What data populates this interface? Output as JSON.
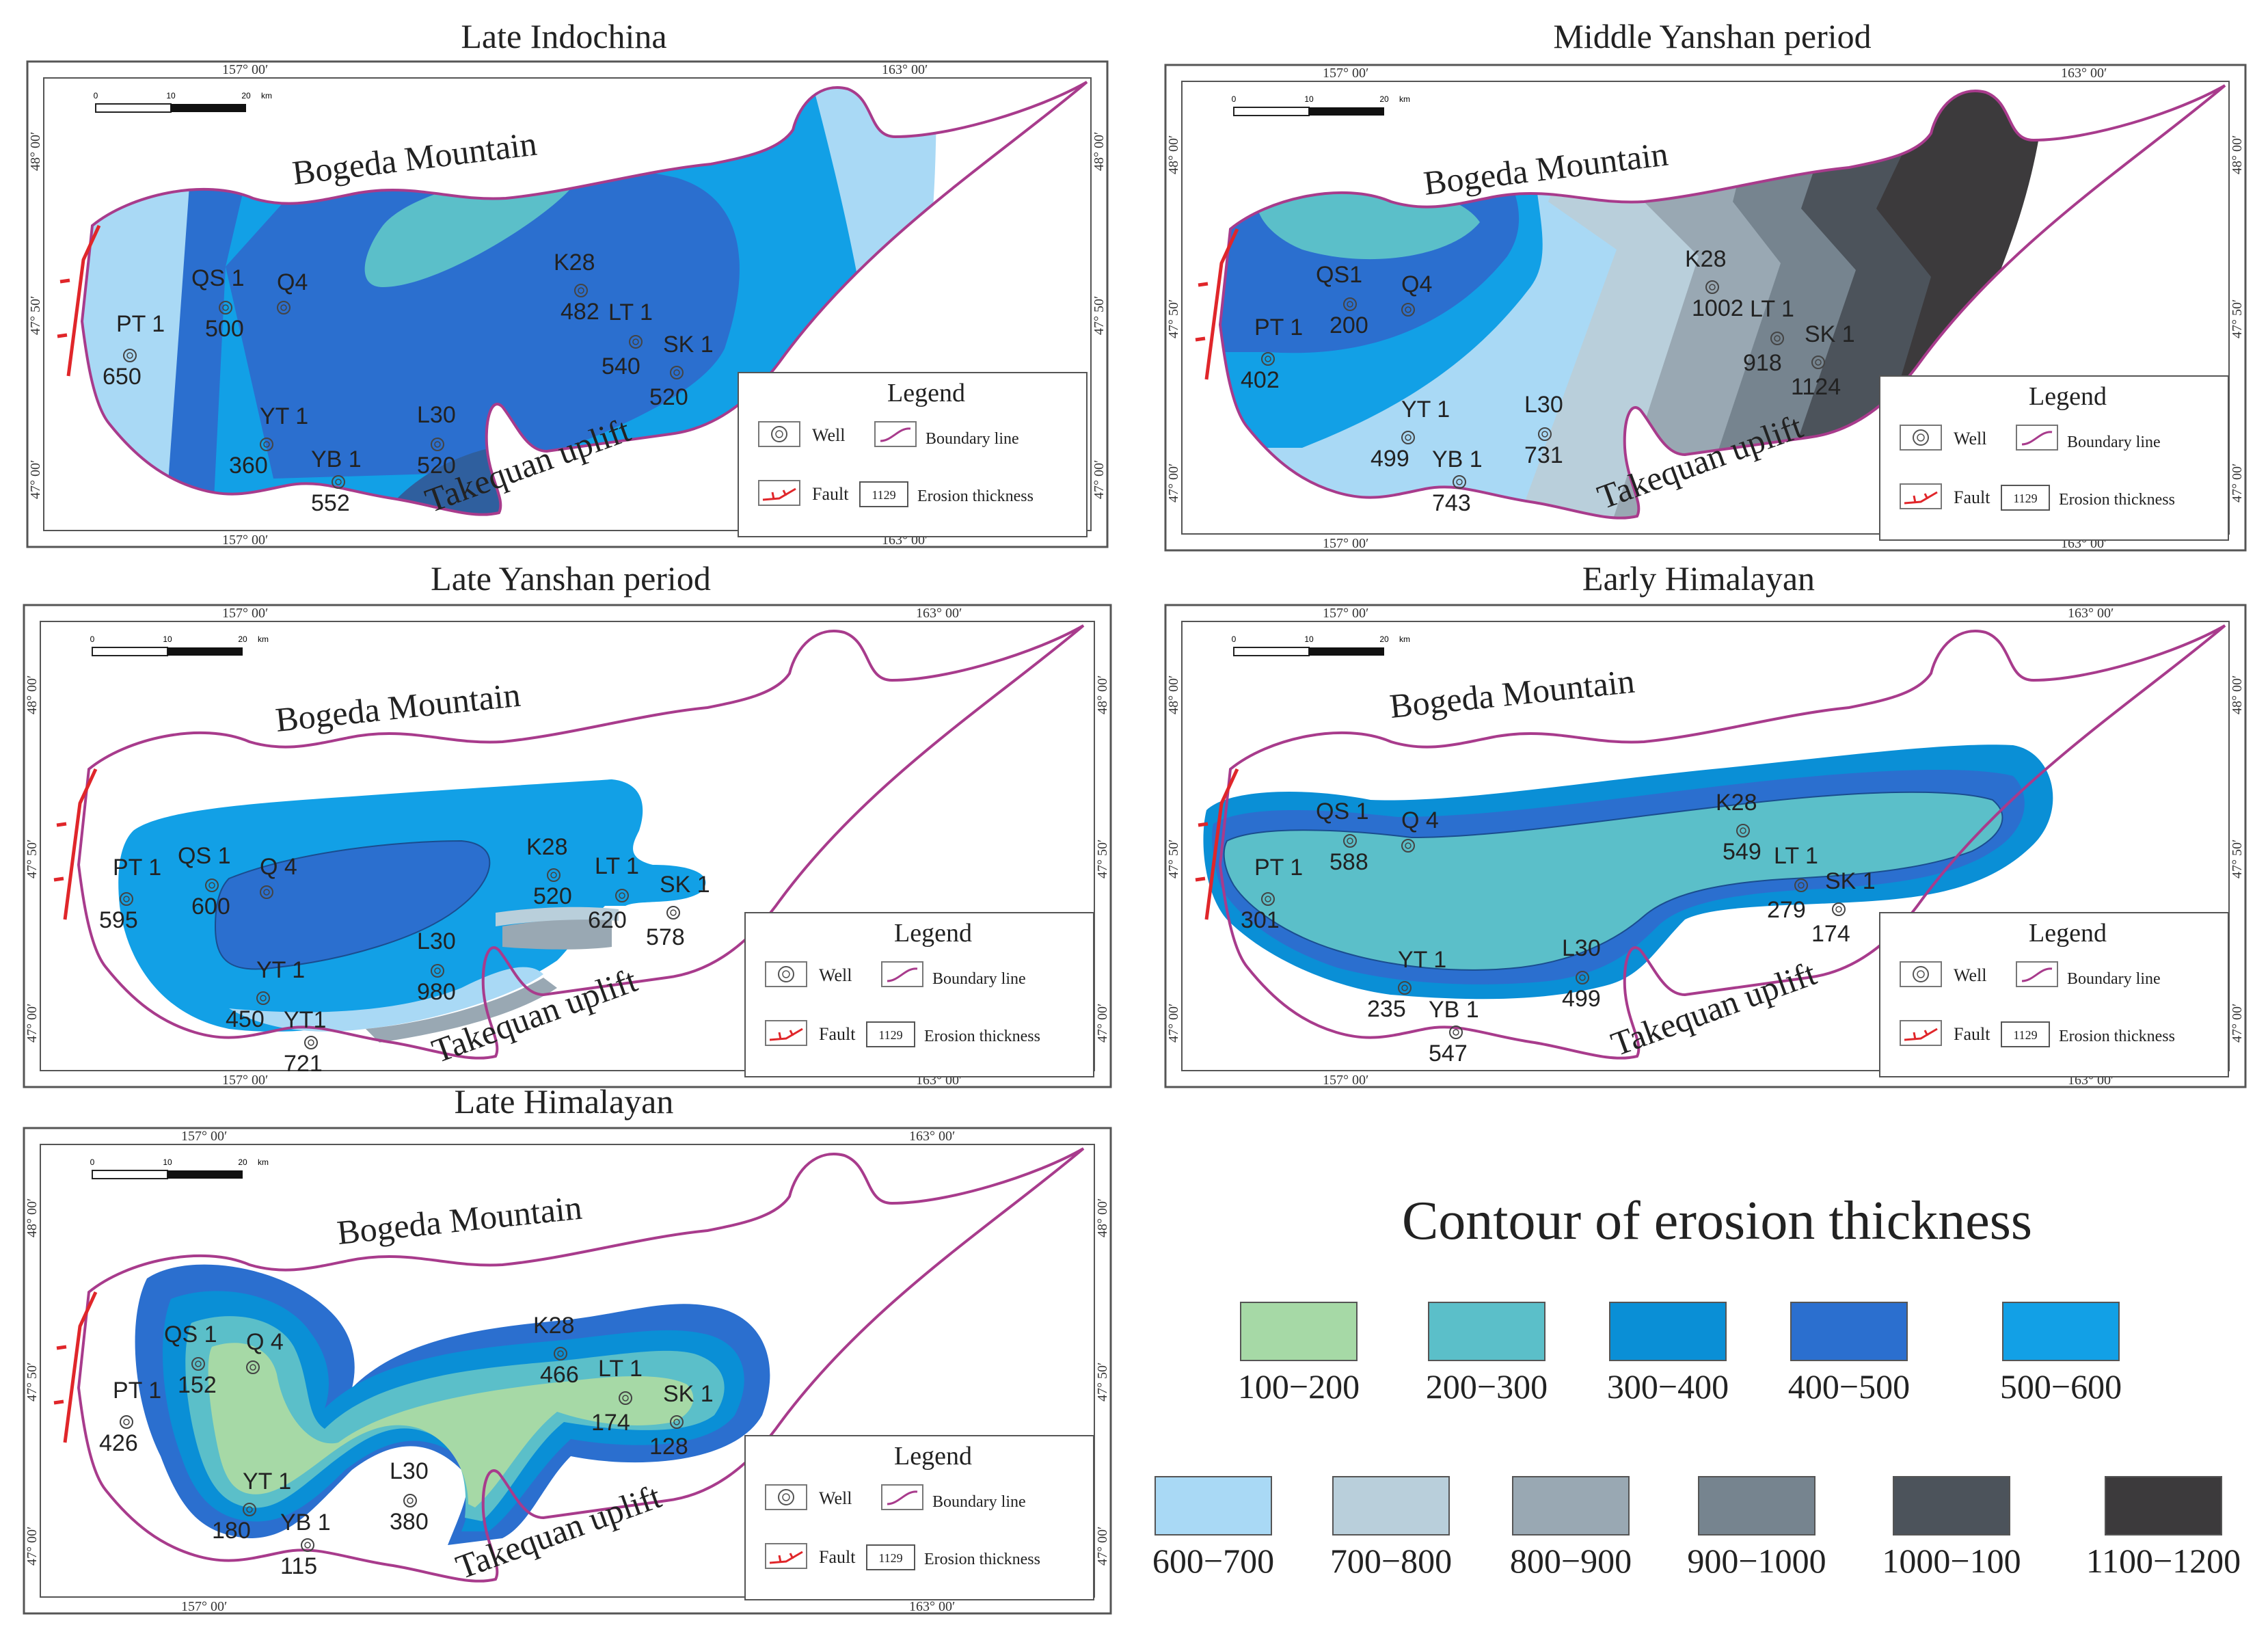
{
  "colors": {
    "c100_200": "#a6d9a6",
    "c200_300": "#5bbfc9",
    "c300_400": "#0a8fd6",
    "c400_500": "#2b6fcf",
    "c500_600": "#12a0e6",
    "c600_700": "#a9d9f5",
    "c700_800": "#b9cfdb",
    "c800_900": "#99a8b3",
    "c900_1000": "#76848f",
    "c1000_1100": "#4c535b",
    "c1100_1200": "#3c3a3c",
    "boundary": "#a83b8c",
    "fault": "#e0262a"
  },
  "panels": [
    {
      "title": "Late Indochina",
      "lon_left": "157° 00′",
      "lon_right": "163° 00′",
      "lat_top": "48° 00′",
      "lat_mid": "47° 50′",
      "lat_bot": "47° 00′",
      "mountain": "Bogeda Mountain",
      "uplift": "Takequan uplift",
      "scale": {
        "ticks": [
          "0",
          "10",
          "20"
        ],
        "unit": "km"
      },
      "wells": [
        {
          "name": "PT 1",
          "value": "650"
        },
        {
          "name": "QS 1",
          "value": "500"
        },
        {
          "name": "Q4",
          "value": ""
        },
        {
          "name": "YT 1",
          "value": "360"
        },
        {
          "name": "YB 1",
          "value": "552"
        },
        {
          "name": "L30",
          "value": "520"
        },
        {
          "name": "K28",
          "value": "482"
        },
        {
          "name": "LT 1",
          "value": "540"
        },
        {
          "name": "SK 1",
          "value": "520"
        }
      ]
    },
    {
      "title": "Middle Yanshan period",
      "lon_left": "157° 00′",
      "lon_right": "163° 00′",
      "lat_top": "48° 00′",
      "lat_mid": "47° 50′",
      "lat_bot": "47° 00′",
      "mountain": "Bogeda Mountain",
      "uplift": "Takequan uplift",
      "scale": {
        "ticks": [
          "0",
          "10",
          "20"
        ],
        "unit": "km"
      },
      "wells": [
        {
          "name": "PT 1",
          "value": "402"
        },
        {
          "name": "QS1",
          "value": "200"
        },
        {
          "name": "Q4",
          "value": ""
        },
        {
          "name": "YT 1",
          "value": "499"
        },
        {
          "name": "YB 1",
          "value": "743"
        },
        {
          "name": "L30",
          "value": "731"
        },
        {
          "name": "K28",
          "value": "1002"
        },
        {
          "name": "LT 1",
          "value": "918"
        },
        {
          "name": "SK 1",
          "value": "1124"
        }
      ]
    },
    {
      "title": "Late Yanshan period",
      "lon_left": "157° 00′",
      "lon_right": "163° 00′",
      "lat_top": "48° 00′",
      "lat_mid": "47° 50′",
      "lat_bot": "47° 00′",
      "mountain": "Bogeda Mountain",
      "uplift": "Takequan uplift",
      "scale": {
        "ticks": [
          "0",
          "10",
          "20"
        ],
        "unit": "km"
      },
      "wells": [
        {
          "name": "PT 1",
          "value": "595"
        },
        {
          "name": "QS 1",
          "value": "600"
        },
        {
          "name": "Q 4",
          "value": ""
        },
        {
          "name": "YT 1",
          "value": "450"
        },
        {
          "name": "YT1",
          "value": "721"
        },
        {
          "name": "L30",
          "value": "980"
        },
        {
          "name": "K28",
          "value": "520"
        },
        {
          "name": "LT 1",
          "value": "620"
        },
        {
          "name": "SK 1",
          "value": "578"
        }
      ]
    },
    {
      "title": "Early Himalayan",
      "lon_left": "157° 00′",
      "lon_right": "163° 00′",
      "lat_top": "48° 00′",
      "lat_mid": "47° 50′",
      "lat_bot": "47° 00′",
      "mountain": "Bogeda Mountain",
      "uplift": "Takequan uplift",
      "scale": {
        "ticks": [
          "0",
          "10",
          "20"
        ],
        "unit": "km"
      },
      "wells": [
        {
          "name": "PT 1",
          "value": "301"
        },
        {
          "name": "QS 1",
          "value": "588"
        },
        {
          "name": "Q 4",
          "value": ""
        },
        {
          "name": "YT 1",
          "value": "235"
        },
        {
          "name": "YB 1",
          "value": "547"
        },
        {
          "name": "L30",
          "value": "499"
        },
        {
          "name": "K28",
          "value": "549"
        },
        {
          "name": "LT 1",
          "value": "279"
        },
        {
          "name": "SK 1",
          "value": "174"
        }
      ]
    },
    {
      "title": "Late Himalayan",
      "lon_left": "157° 00′",
      "lon_right": "163° 00′",
      "lat_top": "48° 00′",
      "lat_mid": "47° 50′",
      "lat_bot": "47° 00′",
      "mountain": "Bogeda Mountain",
      "uplift": "Takequan uplift",
      "scale": {
        "ticks": [
          "0",
          "10",
          "20"
        ],
        "unit": "km"
      },
      "wells": [
        {
          "name": "PT 1",
          "value": "426"
        },
        {
          "name": "QS 1",
          "value": "152"
        },
        {
          "name": "Q 4",
          "value": ""
        },
        {
          "name": "YT 1",
          "value": "180"
        },
        {
          "name": "YB 1",
          "value": "115"
        },
        {
          "name": "L30",
          "value": "380"
        },
        {
          "name": "K28",
          "value": "466"
        },
        {
          "name": "LT 1",
          "value": "174"
        },
        {
          "name": "SK 1",
          "value": "128"
        }
      ]
    }
  ],
  "legend": {
    "title": "Legend",
    "well": "Well",
    "boundary": "Boundary line",
    "fault": "Fault",
    "erosion_box": "1129",
    "erosion": "Erosion thickness"
  },
  "contour_legend": {
    "title": "Contour of erosion thickness",
    "items": [
      {
        "label": "100−200",
        "color": "#a6d9a6"
      },
      {
        "label": "200−300",
        "color": "#5bbfc9"
      },
      {
        "label": "300−400",
        "color": "#0a8fd6"
      },
      {
        "label": "400−500",
        "color": "#2b6fcf"
      },
      {
        "label": "500−600",
        "color": "#12a0e6"
      },
      {
        "label": "600−700",
        "color": "#a9d9f5"
      },
      {
        "label": "700−800",
        "color": "#b9cfdb"
      },
      {
        "label": "800−900",
        "color": "#99a8b3"
      },
      {
        "label": "900−1000",
        "color": "#76848f"
      },
      {
        "label": "1000−100",
        "color": "#4c535b"
      },
      {
        "label": "1100−1200",
        "color": "#3c3a3c"
      }
    ]
  }
}
